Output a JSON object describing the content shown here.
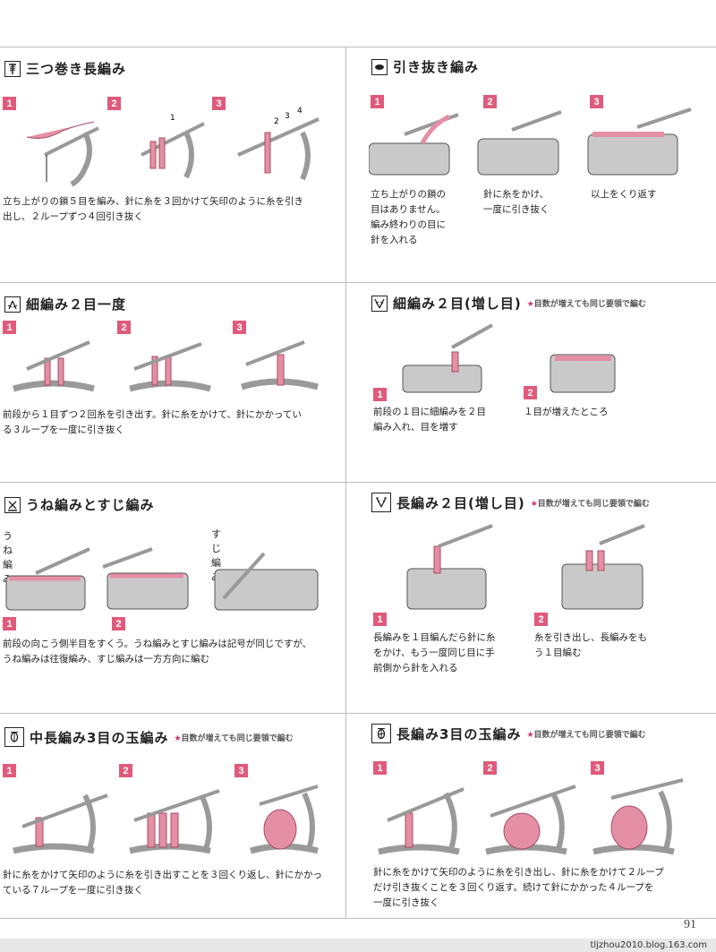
{
  "sections": {
    "treble3": {
      "title": "三つ巻き長編み",
      "icon": "triple-treble-symbol-icon",
      "steps": [
        "1",
        "2",
        "3"
      ],
      "annotations": [
        "1",
        "2",
        "3",
        "4"
      ],
      "desc_lines": [
        "立ち上がりの鎖５目を編み、針に糸を３回かけて矢印のように糸を引き",
        "出し、２ループずつ４回引き抜く"
      ]
    },
    "slipstitch": {
      "title": "引き抜き編み",
      "icon": "slip-stitch-symbol-icon",
      "steps": [
        "1",
        "2",
        "3"
      ],
      "desc1_lines": [
        "立ち上がりの鎖の",
        "目はありません。",
        "編み終わりの目に",
        "針を入れる"
      ],
      "desc2_lines": [
        "針に糸をかけ、",
        "一度に引き抜く"
      ],
      "desc3_lines": [
        "以上をくり返す"
      ]
    },
    "sc2tog": {
      "title": "細編み２目一度",
      "icon": "sc2tog-symbol-icon",
      "steps": [
        "1",
        "2",
        "3"
      ],
      "desc_lines": [
        "前段から１目ずつ２回糸を引き出す。針に糸をかけて、針にかかってい",
        "る３ループを一度に引き抜く"
      ]
    },
    "scinc": {
      "title": "細編み２目(増し目)",
      "note": "目数が増えても同じ要領で編む",
      "icon": "sc-increase-symbol-icon",
      "steps": [
        "1",
        "2"
      ],
      "desc1_lines": [
        "前段の１目に細編みを２目",
        "編み入れ、目を増す"
      ],
      "desc2_lines": [
        "１目が増えたところ"
      ]
    },
    "ridge": {
      "title": "うね編みとすじ編み",
      "icon": "ridge-stitch-symbol-icon",
      "label_une": "うね編み",
      "label_suji": "すじ編み",
      "steps": [
        "1",
        "2"
      ],
      "desc_lines": [
        "前段の向こう側半目をすくう。うね編みとすじ編みは記号が同じですが、",
        "うね編みは往復編み、すじ編みは一方方向に編む"
      ]
    },
    "dcinc": {
      "title": "長編み２目(増し目)",
      "note": "目数が増えても同じ要領で編む",
      "icon": "dc-increase-symbol-icon",
      "steps": [
        "1",
        "2"
      ],
      "desc1_lines": [
        "長編みを１目編んだら針に糸",
        "をかけ、もう一度同じ目に手",
        "前側から針を入れる"
      ],
      "desc2_lines": [
        "糸を引き出し、長編みをも",
        "う１目編む"
      ]
    },
    "hdcbobble": {
      "title": "中長編み3目の玉編み",
      "note": "目数が増えても同じ要領で編む",
      "icon": "hdc-bobble-symbol-icon",
      "steps": [
        "1",
        "2",
        "3"
      ],
      "desc_lines": [
        "針に糸をかけて矢印のように糸を引き出すことを３回くり返し、針にかかっ",
        "ている７ループを一度に引き抜く"
      ]
    },
    "dcbobble": {
      "title": "長編み3目の玉編み",
      "note": "目数が増えても同じ要領で編む",
      "icon": "dc-bobble-symbol-icon",
      "steps": [
        "1",
        "2",
        "3"
      ],
      "desc_lines": [
        "針に糸をかけて矢印のように糸を引き出し、針に糸をかけて２ループ",
        "だけ引き抜くことを３回くり返す。続けて針にかかった４ループを",
        "一度に引き抜く"
      ]
    }
  },
  "page_number": "91",
  "footer_text": "tljzhou2010.blog.163.com",
  "colors": {
    "accent": "#e05a7b",
    "yarn": "#e48fa5",
    "gray_yarn": "#c9c9c9",
    "rule": "#bdbdbd"
  }
}
